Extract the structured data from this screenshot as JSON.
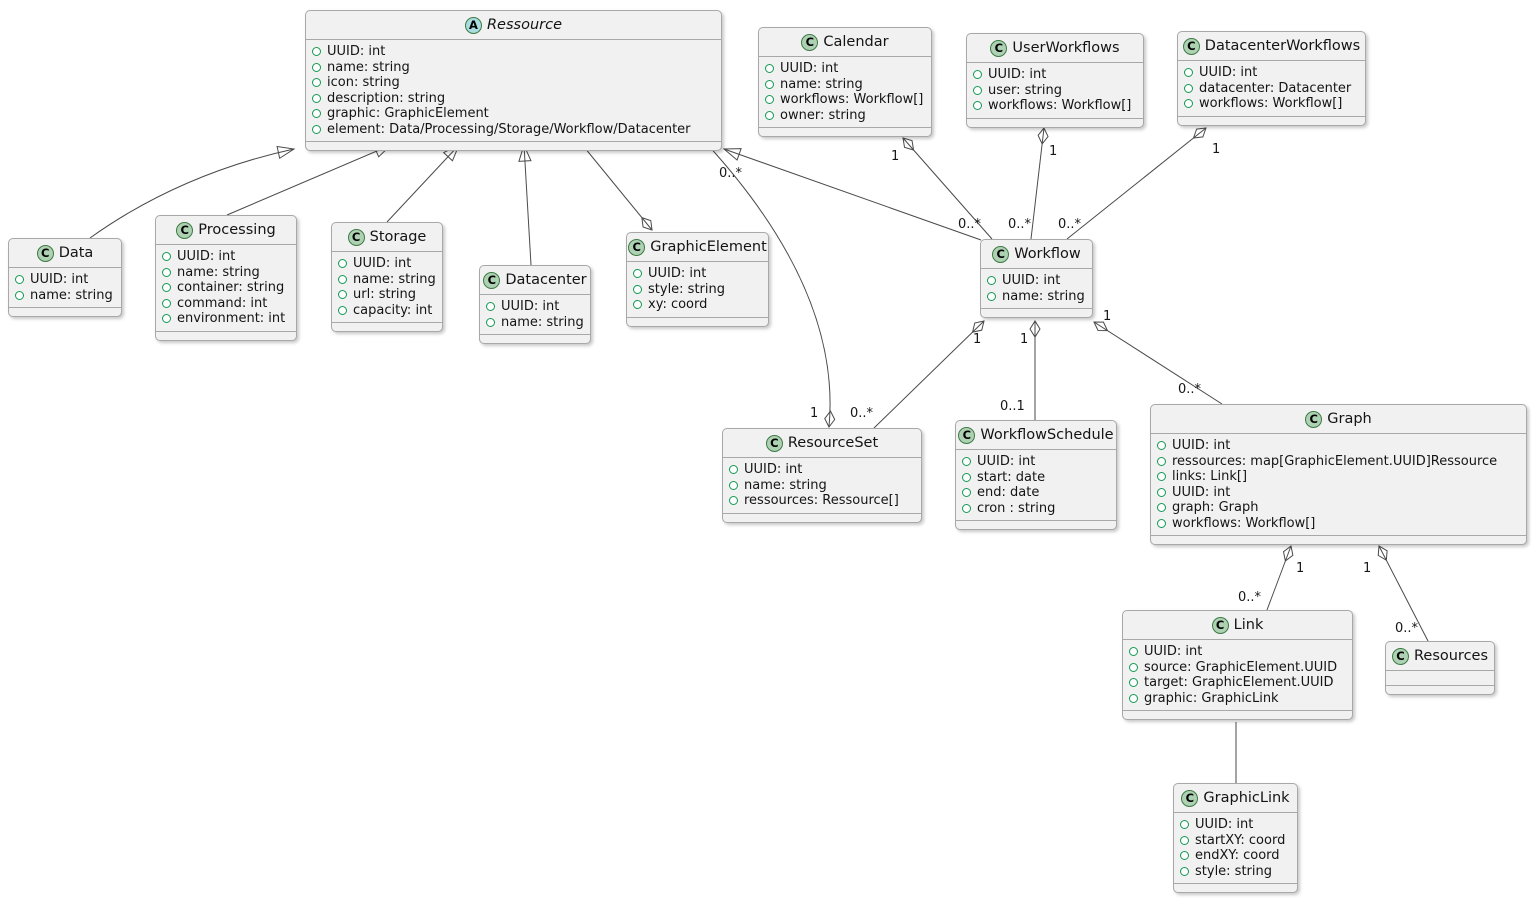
{
  "diagram": {
    "kind": "uml-class-diagram",
    "classes": [
      {
        "name": "Ressource",
        "icon_letter": "A",
        "abstract": true,
        "attrs": [
          "UUID: int",
          "name: string",
          "icon: string",
          "description: string",
          "graphic: GraphicElement",
          "element: Data/Processing/Storage/Workflow/Datacenter"
        ]
      },
      {
        "name": "Calendar",
        "icon_letter": "C",
        "abstract": false,
        "attrs": [
          "UUID: int",
          "name: string",
          "workflows: Workflow[]",
          "owner: string"
        ]
      },
      {
        "name": "UserWorkflows",
        "icon_letter": "C",
        "abstract": false,
        "attrs": [
          "UUID: int",
          "user: string",
          "workflows: Workflow[]"
        ]
      },
      {
        "name": "DatacenterWorkflows",
        "icon_letter": "C",
        "abstract": false,
        "attrs": [
          "UUID: int",
          "datacenter: Datacenter",
          "workflows: Workflow[]"
        ]
      },
      {
        "name": "Data",
        "icon_letter": "C",
        "abstract": false,
        "attrs": [
          "UUID: int",
          "name: string"
        ]
      },
      {
        "name": "Processing",
        "icon_letter": "C",
        "abstract": false,
        "attrs": [
          "UUID: int",
          "name: string",
          "container: string",
          "command: int",
          "environment: int"
        ]
      },
      {
        "name": "Storage",
        "icon_letter": "C",
        "abstract": false,
        "attrs": [
          "UUID: int",
          "name: string",
          "url: string",
          "capacity: int"
        ]
      },
      {
        "name": "Datacenter",
        "icon_letter": "C",
        "abstract": false,
        "attrs": [
          "UUID: int",
          "name: string"
        ]
      },
      {
        "name": "GraphicElement",
        "icon_letter": "C",
        "abstract": false,
        "attrs": [
          "UUID: int",
          "style: string",
          "xy: coord"
        ]
      },
      {
        "name": "Workflow",
        "icon_letter": "C",
        "abstract": false,
        "attrs": [
          "UUID: int",
          "name: string"
        ]
      },
      {
        "name": "ResourceSet",
        "icon_letter": "C",
        "abstract": false,
        "attrs": [
          "UUID: int",
          "name: string",
          "ressources: Ressource[]"
        ]
      },
      {
        "name": "WorkflowSchedule",
        "icon_letter": "C",
        "abstract": false,
        "attrs": [
          "UUID: int",
          "start: date",
          "end: date",
          "cron : string"
        ]
      },
      {
        "name": "Graph",
        "icon_letter": "C",
        "abstract": false,
        "attrs": [
          "UUID: int",
          "ressources: map[GraphicElement.UUID]Ressource",
          "links: Link[]",
          "UUID: int",
          "graph: Graph",
          "workflows: Workflow[]"
        ]
      },
      {
        "name": "Link",
        "icon_letter": "C",
        "abstract": false,
        "attrs": [
          "UUID: int",
          "source: GraphicElement.UUID",
          "target: GraphicElement.UUID",
          "graphic: GraphicLink"
        ]
      },
      {
        "name": "Resources",
        "icon_letter": "C",
        "abstract": false,
        "attrs": []
      },
      {
        "name": "GraphicLink",
        "icon_letter": "C",
        "abstract": false,
        "attrs": [
          "UUID: int",
          "startXY: coord",
          "endXY: coord",
          "style: string"
        ]
      }
    ],
    "relations": [
      {
        "from": "Data",
        "to": "Ressource",
        "kind": "generalization"
      },
      {
        "from": "Processing",
        "to": "Ressource",
        "kind": "generalization"
      },
      {
        "from": "Storage",
        "to": "Ressource",
        "kind": "generalization"
      },
      {
        "from": "Datacenter",
        "to": "Ressource",
        "kind": "generalization"
      },
      {
        "from": "Workflow",
        "to": "Ressource",
        "kind": "generalization"
      },
      {
        "from": "Ressource",
        "to": "GraphicElement",
        "kind": "aggregation",
        "diamond_end": "GraphicElement"
      },
      {
        "from": "Calendar",
        "to": "Workflow",
        "kind": "aggregation",
        "diamond_end": "Calendar",
        "agg_mult": "1",
        "part_mult": "0..*"
      },
      {
        "from": "UserWorkflows",
        "to": "Workflow",
        "kind": "aggregation",
        "diamond_end": "UserWorkflows",
        "agg_mult": "1",
        "part_mult": "0..*"
      },
      {
        "from": "DatacenterWorkflows",
        "to": "Workflow",
        "kind": "aggregation",
        "diamond_end": "DatacenterWorkflows",
        "agg_mult": "1",
        "part_mult": "0..*"
      },
      {
        "from": "Workflow",
        "to": "ResourceSet",
        "kind": "aggregation",
        "diamond_end": "Workflow",
        "agg_mult": "1",
        "part_mult": "0..*"
      },
      {
        "from": "Workflow",
        "to": "WorkflowSchedule",
        "kind": "aggregation",
        "diamond_end": "Workflow",
        "agg_mult": "1",
        "part_mult": "0..1"
      },
      {
        "from": "Workflow",
        "to": "Graph",
        "kind": "aggregation",
        "diamond_end": "Workflow",
        "agg_mult": "1",
        "part_mult": "0..*"
      },
      {
        "from": "ResourceSet",
        "to": "Ressource",
        "kind": "aggregation",
        "diamond_end": "ResourceSet",
        "agg_mult": "1",
        "part_mult": "0..*"
      },
      {
        "from": "Graph",
        "to": "Link",
        "kind": "aggregation",
        "diamond_end": "Graph",
        "agg_mult": "1",
        "part_mult": "0..*"
      },
      {
        "from": "Graph",
        "to": "Resources",
        "kind": "aggregation",
        "diamond_end": "Graph",
        "agg_mult": "1",
        "part_mult": "0..*"
      },
      {
        "from": "Link",
        "to": "GraphicLink",
        "kind": "association"
      }
    ],
    "colors": {
      "class_fill": "#f1f1f1",
      "class_border": "#a8a8a8",
      "line": "#4a4a4a",
      "class_circle_fill": "#add1b2",
      "abstract_circle_fill": "#a9dcdf",
      "circle_border": "#3d7a45",
      "field_bullet": "#129a52",
      "background": "#ffffff"
    }
  }
}
